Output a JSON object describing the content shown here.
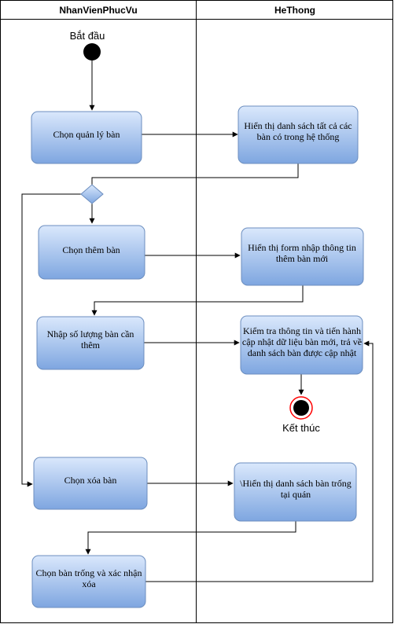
{
  "lanes": [
    {
      "title": "NhanVienPhucVu"
    },
    {
      "title": "HeThong"
    }
  ],
  "start": {
    "label": "Bắt đầu"
  },
  "end": {
    "label": "Kết thúc"
  },
  "nodes": [
    {
      "id": "n1",
      "lines": [
        "Chọn quản lý bàn"
      ]
    },
    {
      "id": "n2",
      "lines": [
        "Hiển thị danh sách tất cả các",
        "bàn có trong hệ thống"
      ]
    },
    {
      "id": "n3",
      "lines": [
        "Chọn thêm bàn"
      ]
    },
    {
      "id": "n4",
      "lines": [
        "Hiển thị form nhập thông tin",
        "thêm bàn mới"
      ]
    },
    {
      "id": "n5",
      "lines": [
        "Nhập số lượng bàn cần",
        "thêm"
      ]
    },
    {
      "id": "n6",
      "lines": [
        "Kiểm tra thông tin và tiến hành",
        "cập nhật dữ liệu bàn mới, trả về",
        "danh sách bàn được cập nhật"
      ]
    },
    {
      "id": "n7",
      "lines": [
        "Chọn xóa bàn"
      ]
    },
    {
      "id": "n8",
      "lines": [
        "\\Hiển thị danh sách bàn trống",
        "tại quán"
      ]
    },
    {
      "id": "n9",
      "lines": [
        "Chọn bàn trống và xác nhận",
        "xóa"
      ]
    }
  ],
  "colors": {
    "node_top": "#dae8fc",
    "node_bottom": "#7ea6e0",
    "node_border": "#6c8ebf",
    "line": "#000000",
    "end_ring": "#ff0000"
  }
}
